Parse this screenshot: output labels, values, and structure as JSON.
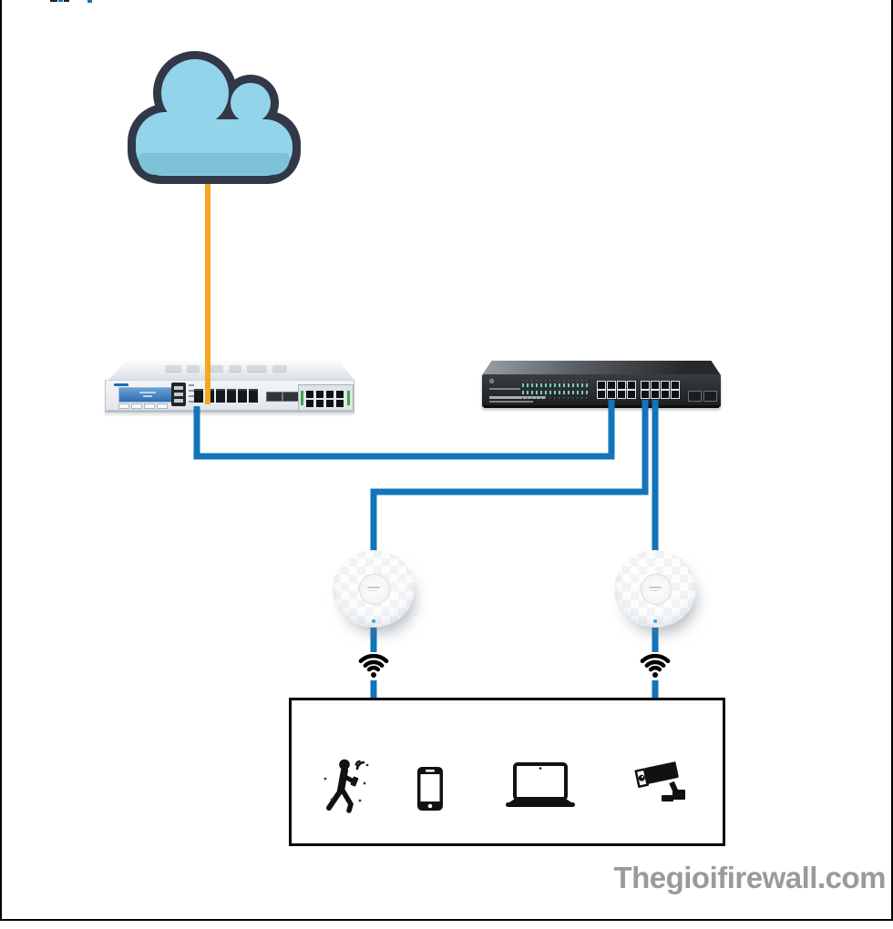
{
  "meta": {
    "watermark": "Thegioifirewall.com"
  },
  "palette": {
    "wan_cable": "#F5A623",
    "lan_cable": "#1274BB",
    "cloud_fill": "#92D4EA",
    "cloud_shade": "#7EC2D8",
    "cloud_outline": "#323848",
    "device_icon": "#111111",
    "box_border": "#000000",
    "watermark_text": "#9A9A9A"
  },
  "nodes": {
    "cloud": {
      "id": "internet-cloud",
      "type": "cloud"
    },
    "firewall": {
      "id": "firewall-appliance",
      "type": "security-appliance"
    },
    "switch": {
      "id": "network-switch",
      "type": "16-port-switch"
    },
    "access_points": [
      {
        "id": "wireless-ap-left",
        "type": "ceiling-access-point"
      },
      {
        "id": "wireless-ap-right",
        "type": "ceiling-access-point"
      }
    ],
    "clients": {
      "id": "wireless-clients-zone",
      "devices": [
        "person-with-phone",
        "smartphone",
        "laptop",
        "cctv-camera"
      ]
    }
  },
  "connections": [
    {
      "from": "internet-cloud",
      "to": "firewall-appliance",
      "type": "wan",
      "color": "#F5A623"
    },
    {
      "from": "firewall-appliance",
      "to": "network-switch",
      "type": "lan",
      "color": "#1274BB"
    },
    {
      "from": "network-switch",
      "to": "wireless-ap-left",
      "type": "lan",
      "color": "#1274BB"
    },
    {
      "from": "network-switch",
      "to": "wireless-ap-right",
      "type": "lan",
      "color": "#1274BB"
    },
    {
      "from": "wireless-ap-left",
      "to": "wireless-clients-zone",
      "type": "wifi"
    },
    {
      "from": "wireless-ap-right",
      "to": "wireless-clients-zone",
      "type": "wifi"
    }
  ]
}
